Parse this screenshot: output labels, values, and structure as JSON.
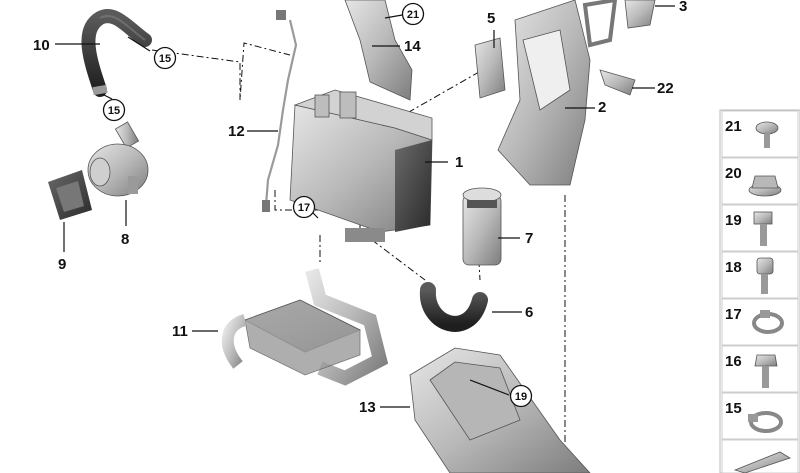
{
  "diagram": {
    "callouts": {
      "c1": "1",
      "c2": "2",
      "c3": "3",
      "c5": "5",
      "c6": "6",
      "c7": "7",
      "c8": "8",
      "c9": "9",
      "c10": "10",
      "c11": "11",
      "c12": "12",
      "c13": "13",
      "c14": "14",
      "c22": "22"
    },
    "circled": {
      "r15a": "15",
      "r15b": "15",
      "r17": "17",
      "r19": "19",
      "r21": "21"
    },
    "legend": {
      "items": [
        {
          "label": "21"
        },
        {
          "label": "20"
        },
        {
          "label": "19"
        },
        {
          "label": "18"
        },
        {
          "label": "17"
        },
        {
          "label": "16"
        },
        {
          "label": "15"
        }
      ]
    }
  }
}
